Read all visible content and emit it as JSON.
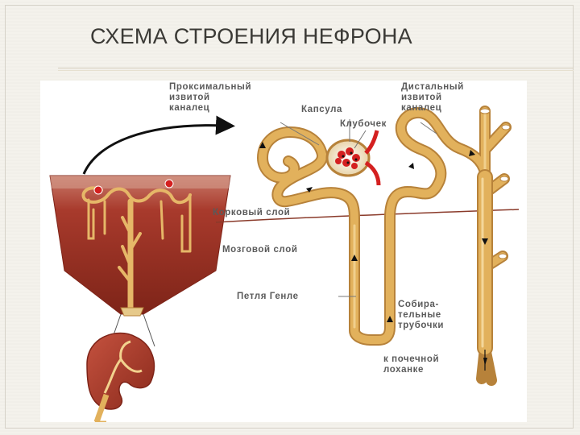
{
  "slide": {
    "title": "СХЕМА СТРОЕНИЯ НЕФРОНА"
  },
  "labels": {
    "proximal": "Проксимальный\nизвитой\nканалец",
    "capsule": "Капсула",
    "glomerulus": "Клубочек",
    "distal": "Дистальный\nизвитой\nканалец",
    "cortex": "Корковый слой",
    "medulla": "Мозговой слой",
    "henle": "Петля Генле",
    "collecting": "Собира-\nтельные\nтрубочки",
    "pelvis": "к почечной\nлоханке"
  },
  "colors": {
    "tubule": "#e2b15c",
    "tubule_edge": "#b7823a",
    "tissue": "#a83a2c",
    "tissue_dark": "#7e2418",
    "blood": "#d42020",
    "boundary": "#8a3a2a"
  }
}
